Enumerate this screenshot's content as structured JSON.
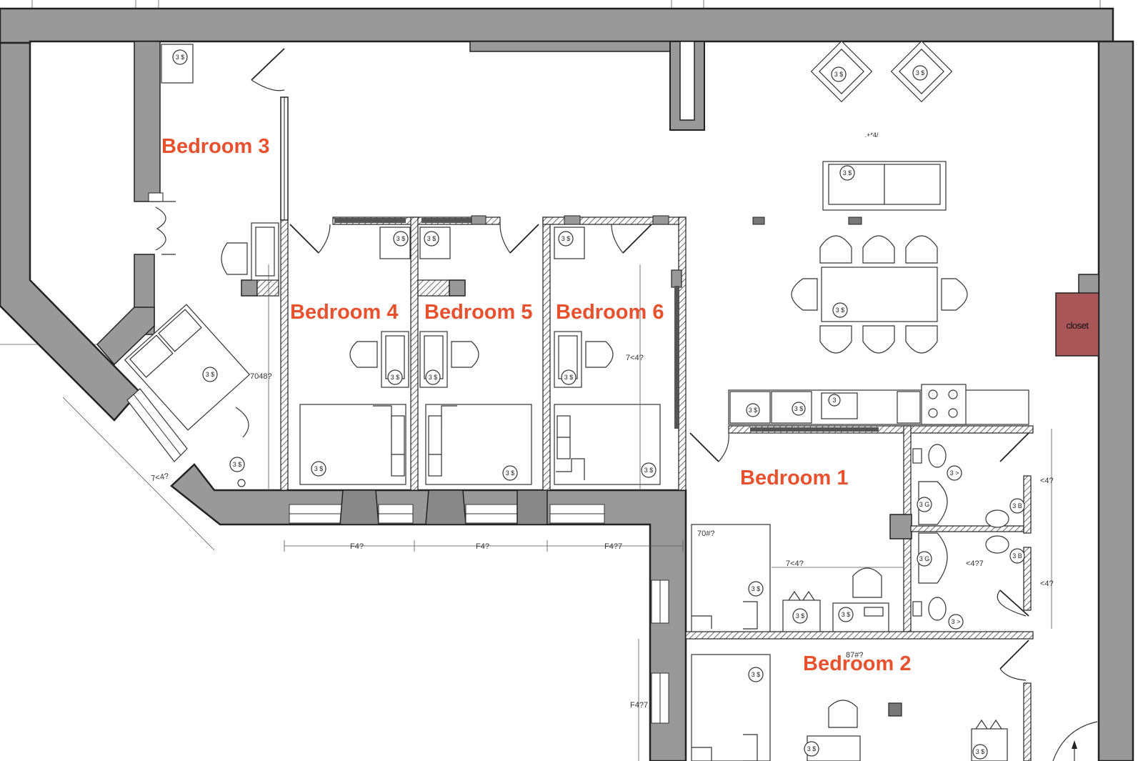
{
  "rooms": {
    "bedroom_1": "Bedroom 1",
    "bedroom_2": "Bedroom 2",
    "bedroom_3": "Bedroom 3",
    "bedroom_4": "Bedroom 4",
    "bedroom_5": "Bedroom 5",
    "bedroom_6": "Bedroom 6",
    "closet": "closet"
  },
  "dimensions": {
    "bedroom_3_width": "7<4?",
    "bedroom_3_depth": "7048?",
    "bedroom_4_width": "F4?",
    "bedroom_5_width": "F4?",
    "bedroom_6_width": "F4?7",
    "bedroom_6_depth": "7<4?",
    "bedroom_1_width": "7<4?",
    "bedroom_1_depth": "70#?",
    "bedroom_2_depth": "F4?7",
    "bedroom_2_width": "87#?",
    "bath_1": "<4?",
    "bath_2": "<4?",
    "bath_3": "<4?7",
    "living_mark": ".+*4/"
  },
  "symbol_labels": {
    "outlet": "3 $",
    "wc": "3 >",
    "shower": "3 G",
    "basin": "3 B",
    "sink": "3"
  },
  "colors": {
    "wall_fill": "#999999",
    "room_label": "#e8512e",
    "closet_fill": "#a85657"
  }
}
